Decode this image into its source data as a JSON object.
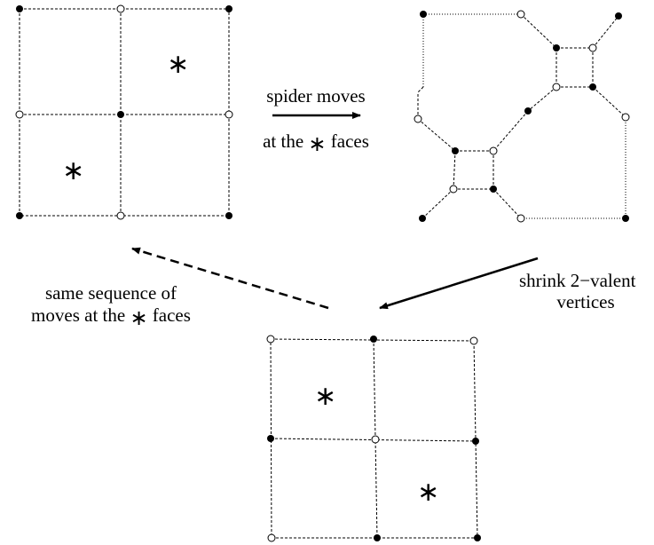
{
  "labels": {
    "spider_moves": "spider moves",
    "at_the": "at the",
    "faces": "faces",
    "shrink_line1": "shrink 2−valent",
    "shrink_line2": "vertices",
    "same_line1": "same sequence of",
    "moves_at_the": "moves at the",
    "faces2": "faces",
    "star_symbol": "∗"
  },
  "icons": {
    "face_marker": "asterisk",
    "black_vertex": "filled-circle",
    "white_vertex": "open-circle"
  }
}
